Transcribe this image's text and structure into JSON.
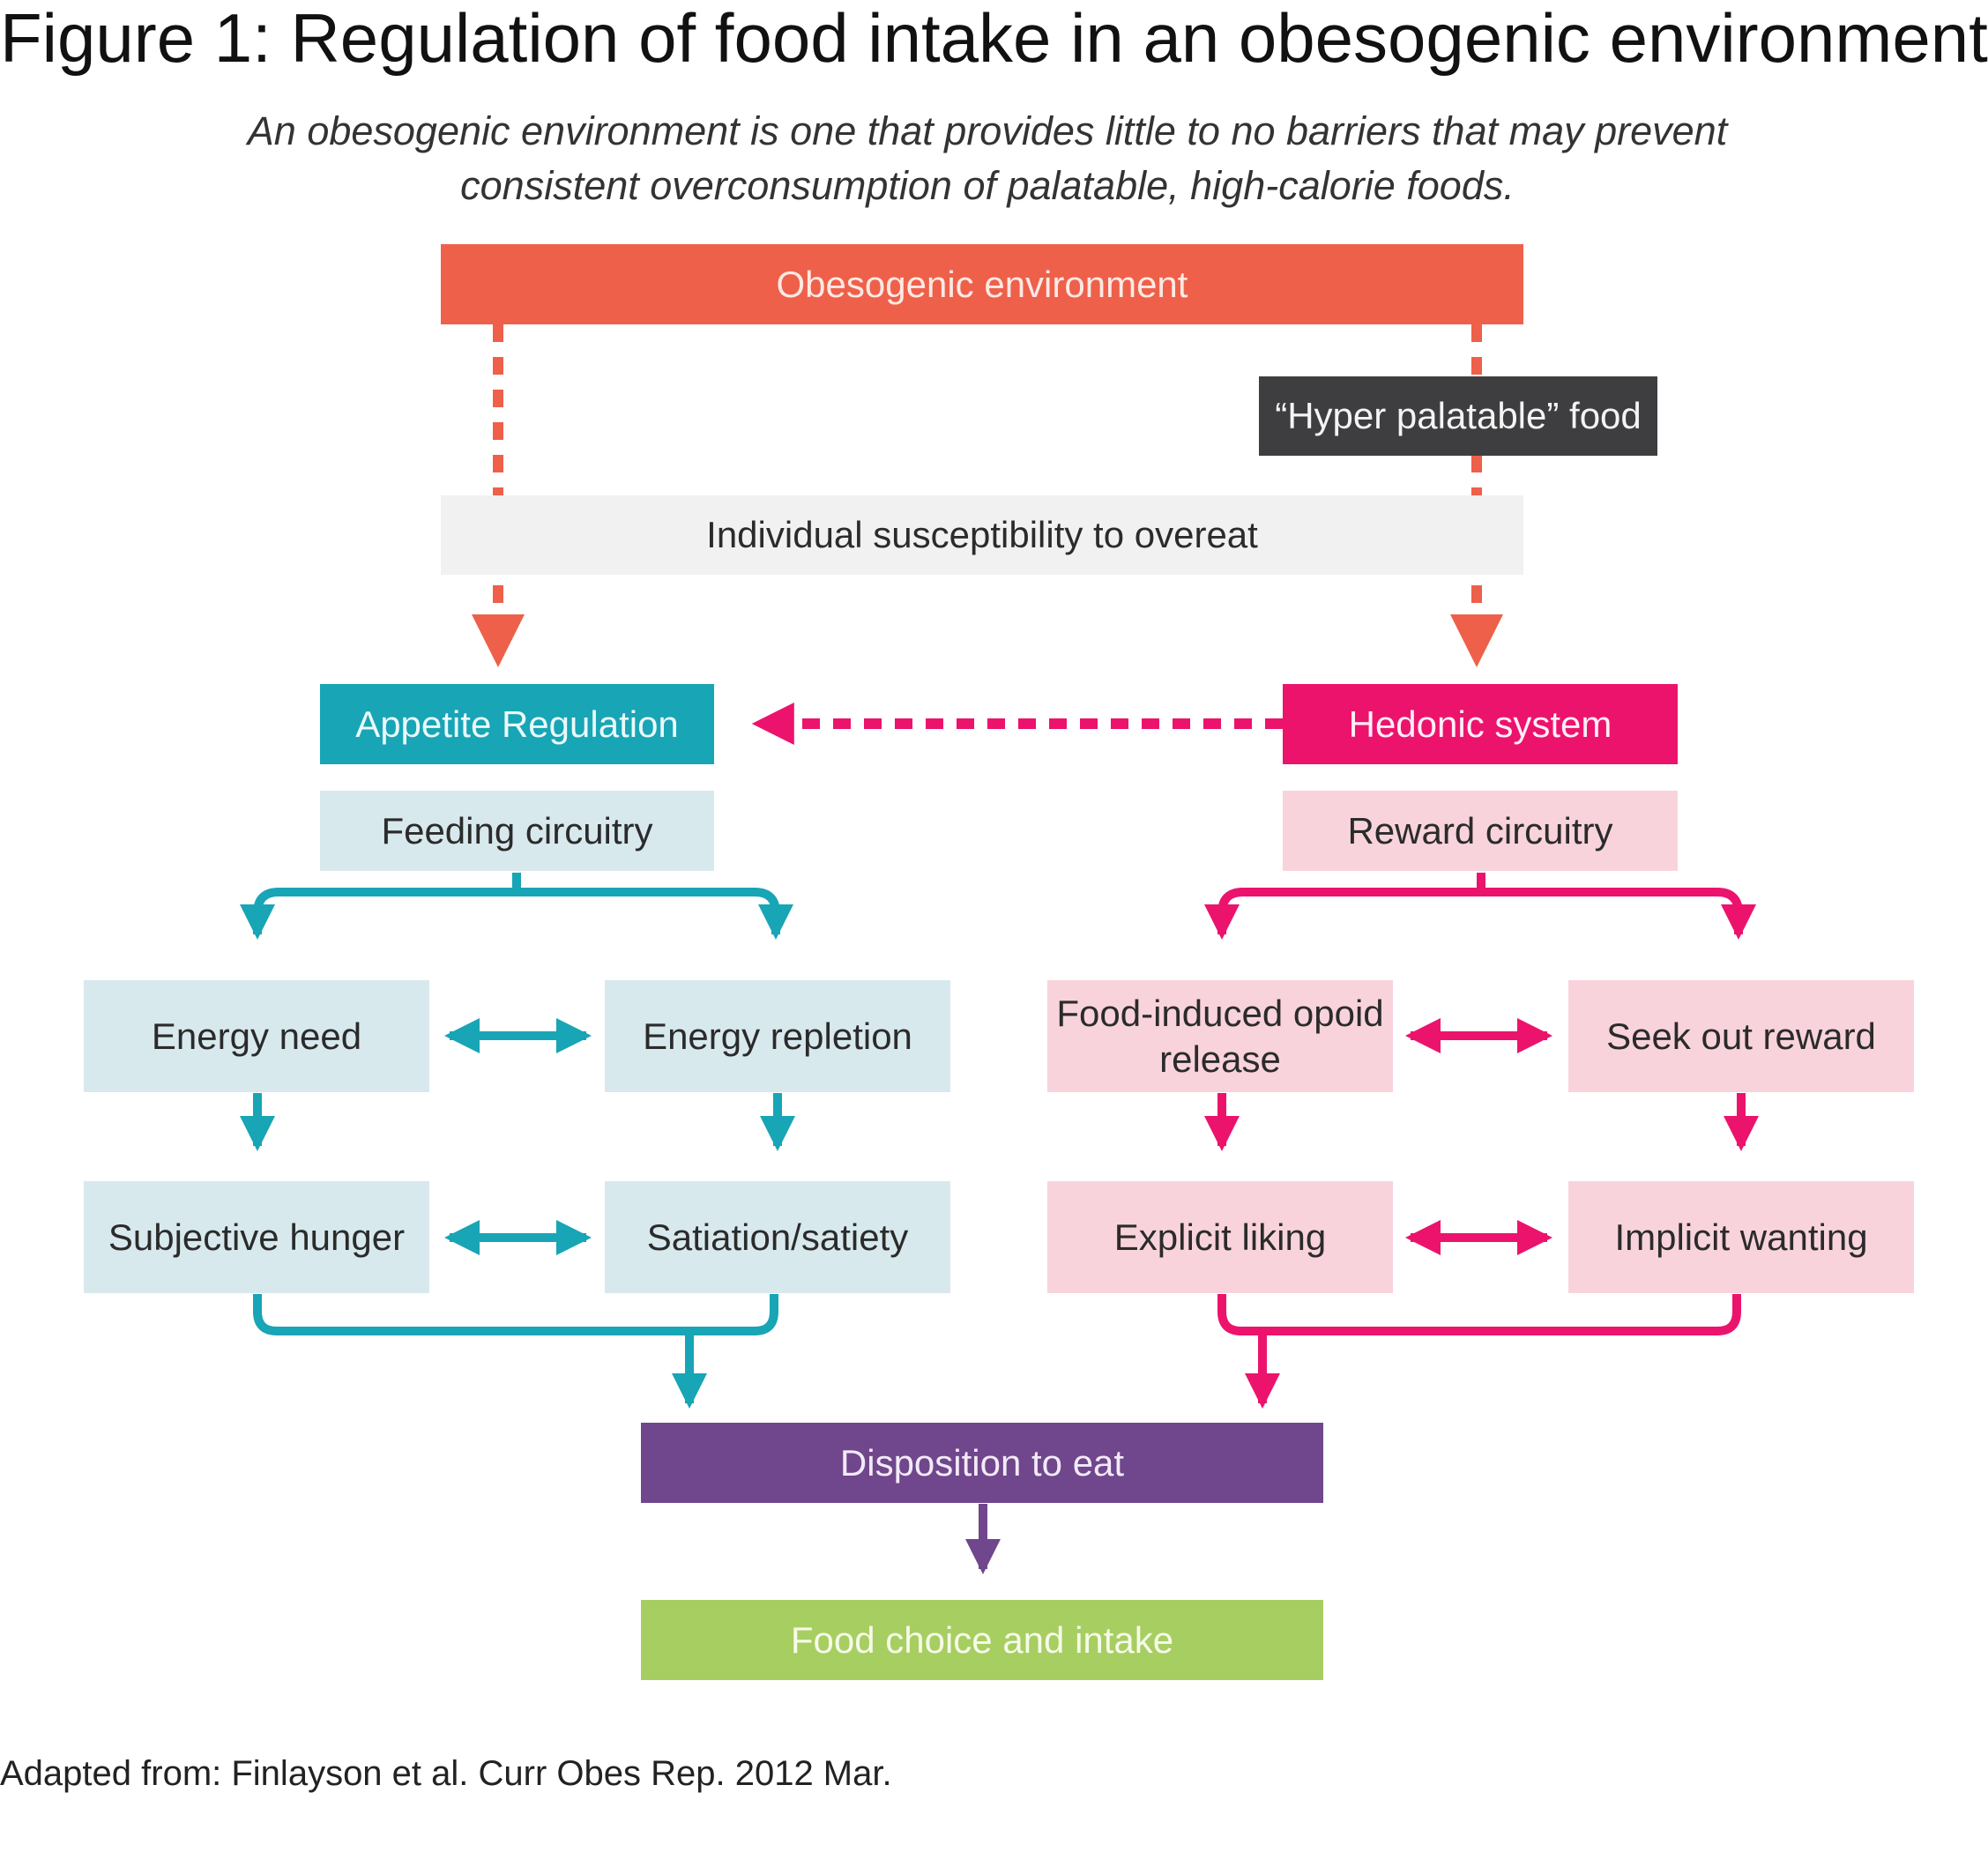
{
  "title": "Figure 1: Regulation of food intake in an obesogenic environment",
  "subtitle": "An obesogenic environment is one that provides little to no barriers that may prevent consistent overconsumption of palatable, high-calorie foods.",
  "footer": "Adapted from: Finlayson et al. Curr Obes Rep. 2012 Mar.",
  "colors": {
    "environment": "#ee604a",
    "food": "#3e3e40",
    "susceptibility": "#f0f1f0",
    "appetite": "#18a5b5",
    "appetite_light": "#d8e9ee",
    "hedonic": "#ec136d",
    "hedonic_light": "#f9d3dc",
    "disposition": "#70468c",
    "outcome": "#a7ce61"
  },
  "nodes": {
    "environment": "Obesogenic environment",
    "hyper_food": "“Hyper palatable” food",
    "susceptibility": "Individual susceptibility to overeat",
    "appetite_regulation": "Appetite Regulation",
    "hedonic_system": "Hedonic system",
    "feeding_circuitry": "Feeding circuitry",
    "reward_circuitry": "Reward circuitry",
    "energy_need": "Energy need",
    "energy_repletion": "Energy repletion",
    "opioid_release": "Food-induced opoid release",
    "seek_reward": "Seek out reward",
    "subjective_hunger": "Subjective hunger",
    "satiation": "Satiation/satiety",
    "explicit_liking": "Explicit liking",
    "implicit_wanting": "Implicit wanting",
    "disposition": "Disposition to eat",
    "food_choice": "Food choice and intake"
  }
}
